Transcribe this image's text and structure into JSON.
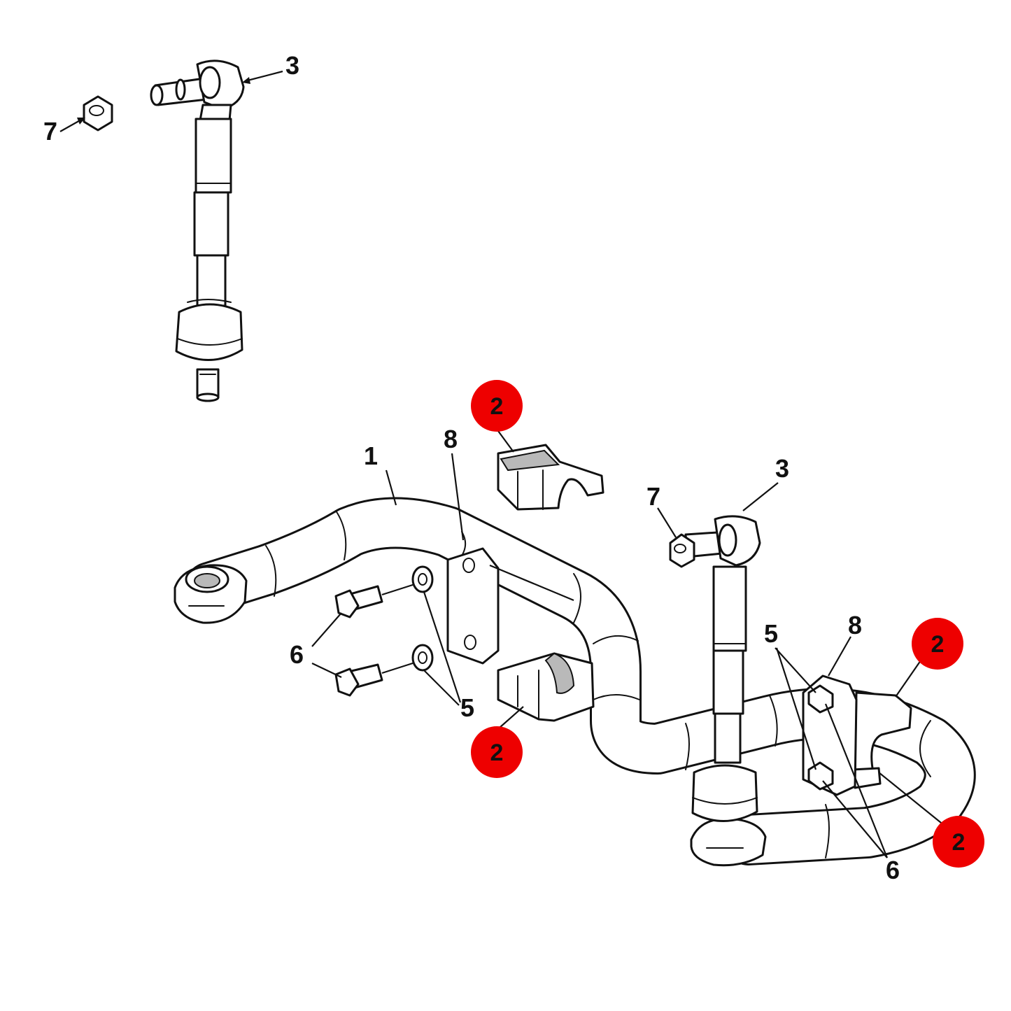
{
  "callouts": {
    "top_link_3": "3",
    "top_nut_7": "7",
    "bar_1": "1",
    "bracket_left_8": "8",
    "right_link_3": "3",
    "right_nut_7": "7",
    "bolts_left_6": "6",
    "washers_left_5": "5",
    "washers_right_5": "5",
    "bracket_right_8": "8",
    "bolts_right_6": "6"
  },
  "highlight": {
    "color": "#ee0000",
    "part_number": "2",
    "badges": [
      "2",
      "2",
      "2",
      "2"
    ]
  }
}
